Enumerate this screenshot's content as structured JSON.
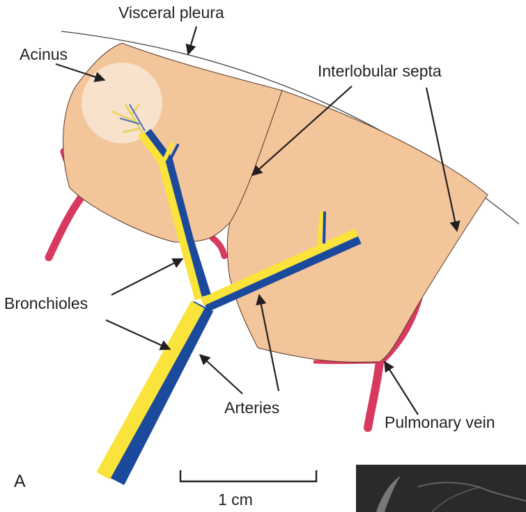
{
  "labels": {
    "visceral_pleura": "Visceral pleura",
    "acinus": "Acinus",
    "interlobular_septa": "Interlobular septa",
    "bronchioles": "Bronchioles",
    "arteries": "Arteries",
    "pulmonary_vein": "Pulmonary vein",
    "panel_letter": "A",
    "scale_bar": "1 cm"
  },
  "colors": {
    "lobule_fill": "#f3c59b",
    "acinus_fill": "#f8e6d4",
    "bronchiole": "#fae33a",
    "artery": "#1b4a9c",
    "vein": "#d8395f",
    "line": "#231f20"
  }
}
